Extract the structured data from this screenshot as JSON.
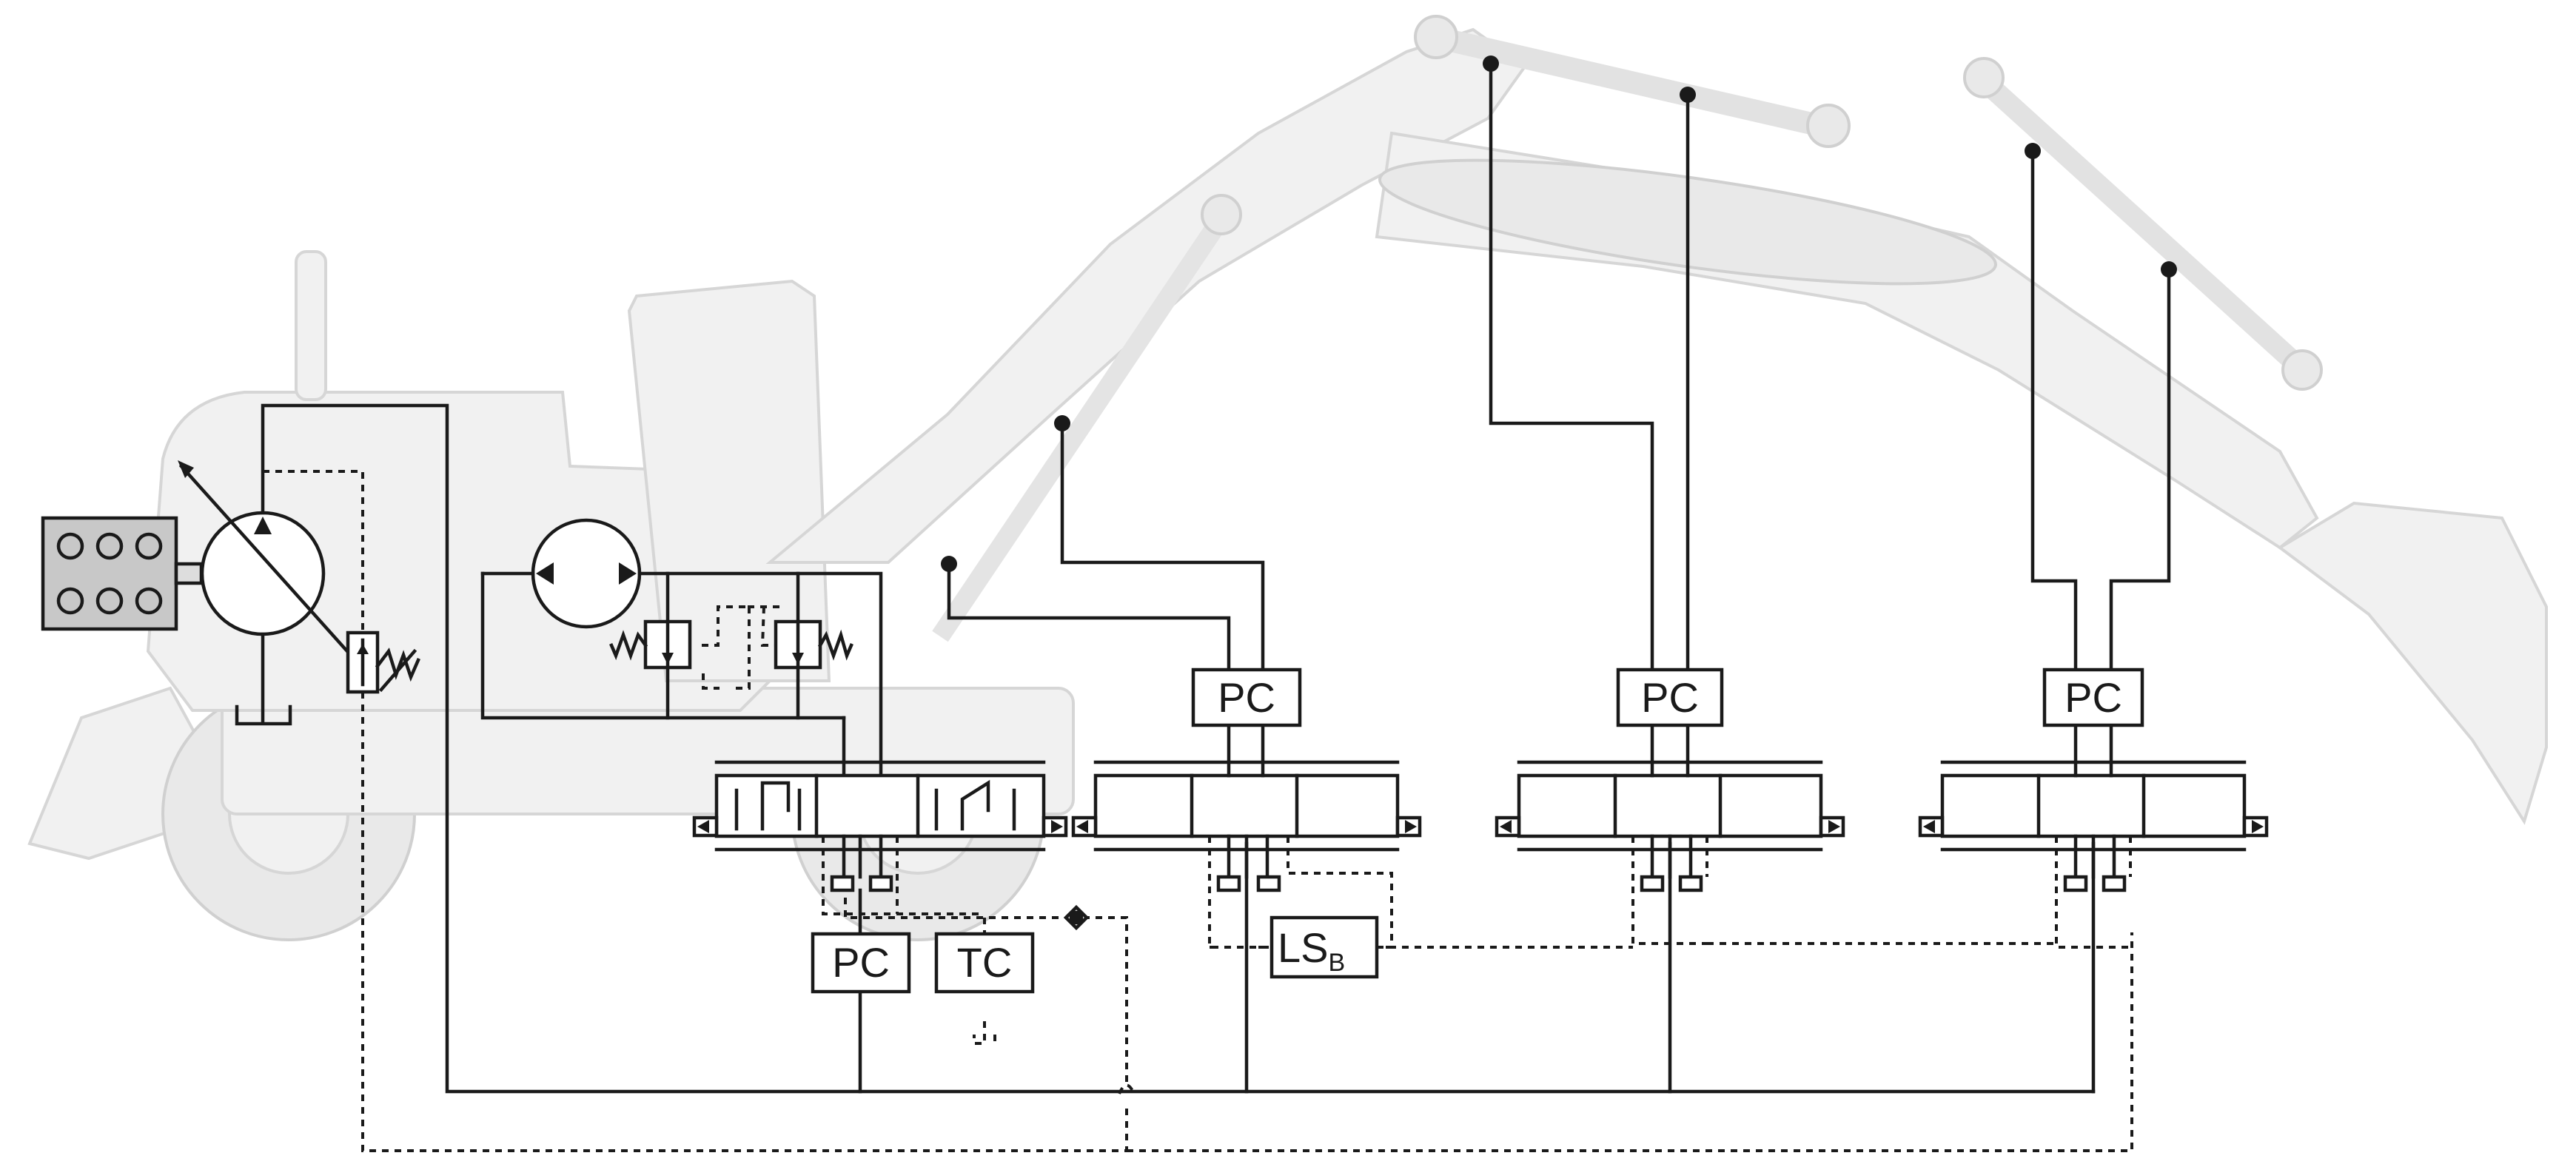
{
  "labels": {
    "pc_boom": "PC",
    "pc_arm": "PC",
    "pc_bucket": "PC",
    "pc_pump": "PC",
    "tc": "TC",
    "ls_main": "LS",
    "ls_sub": "B"
  },
  "icons": {
    "engine": "engine-icon",
    "pump": "variable-pump-icon",
    "motor": "hydraulic-motor-icon",
    "check_valve": "check-valve-icon"
  },
  "colors": {
    "line": "#1a1a1a",
    "excavator_silhouette": "#f1f1f1"
  }
}
